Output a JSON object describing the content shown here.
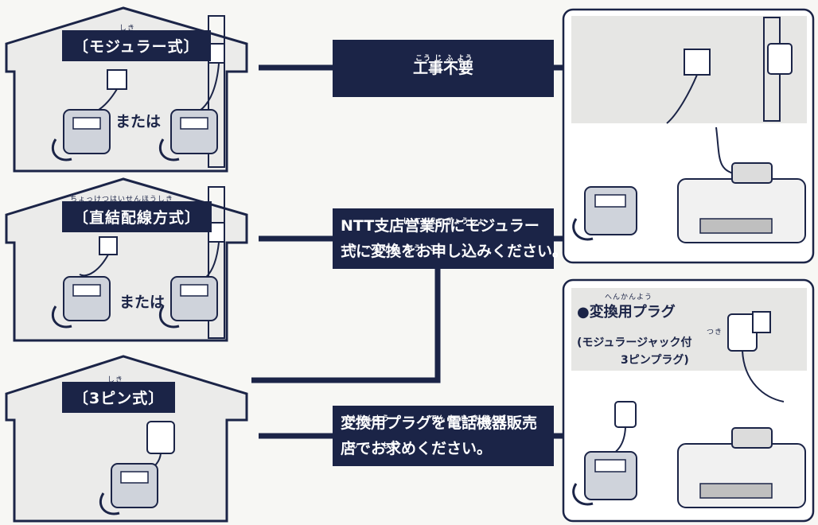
{
  "houses": [
    {
      "label": "〔モジュラー式〕",
      "ruby": "しき",
      "or_text": "または"
    },
    {
      "label": "〔直結配線方式〕",
      "ruby": "ちょっけつはいせんほうしき",
      "or_text": "または"
    },
    {
      "label": "〔3ピン式〕",
      "ruby": "しき"
    }
  ],
  "boxes": {
    "no_work": {
      "text": "工事不要",
      "ruby": "こう じ ふ よう"
    },
    "ntt": {
      "line1": "NTT支店営業所にモジュラー",
      "line2": "式に変換をお申し込みください。",
      "ruby1": "し てんえいぎょうしょ",
      "ruby2": "しき　へんかん　もう　こ"
    },
    "plug": {
      "line1": "変換用プラグを電話機器販売",
      "line2": "店でお求めください。",
      "ruby1": "へんかんよう　　　　　でん わ き き はんばい",
      "ruby2": "てん　　　もと"
    }
  },
  "plug_panel": {
    "title": "●変換用プラグ",
    "title_ruby": "へんかんよう",
    "line1": "(モジュラージャック付",
    "line1_ruby": "つき",
    "line2": "3ピンプラグ)"
  },
  "colors": {
    "navy": "#1b2447",
    "house_fill": "#ebebea",
    "line": "#1b2447"
  }
}
